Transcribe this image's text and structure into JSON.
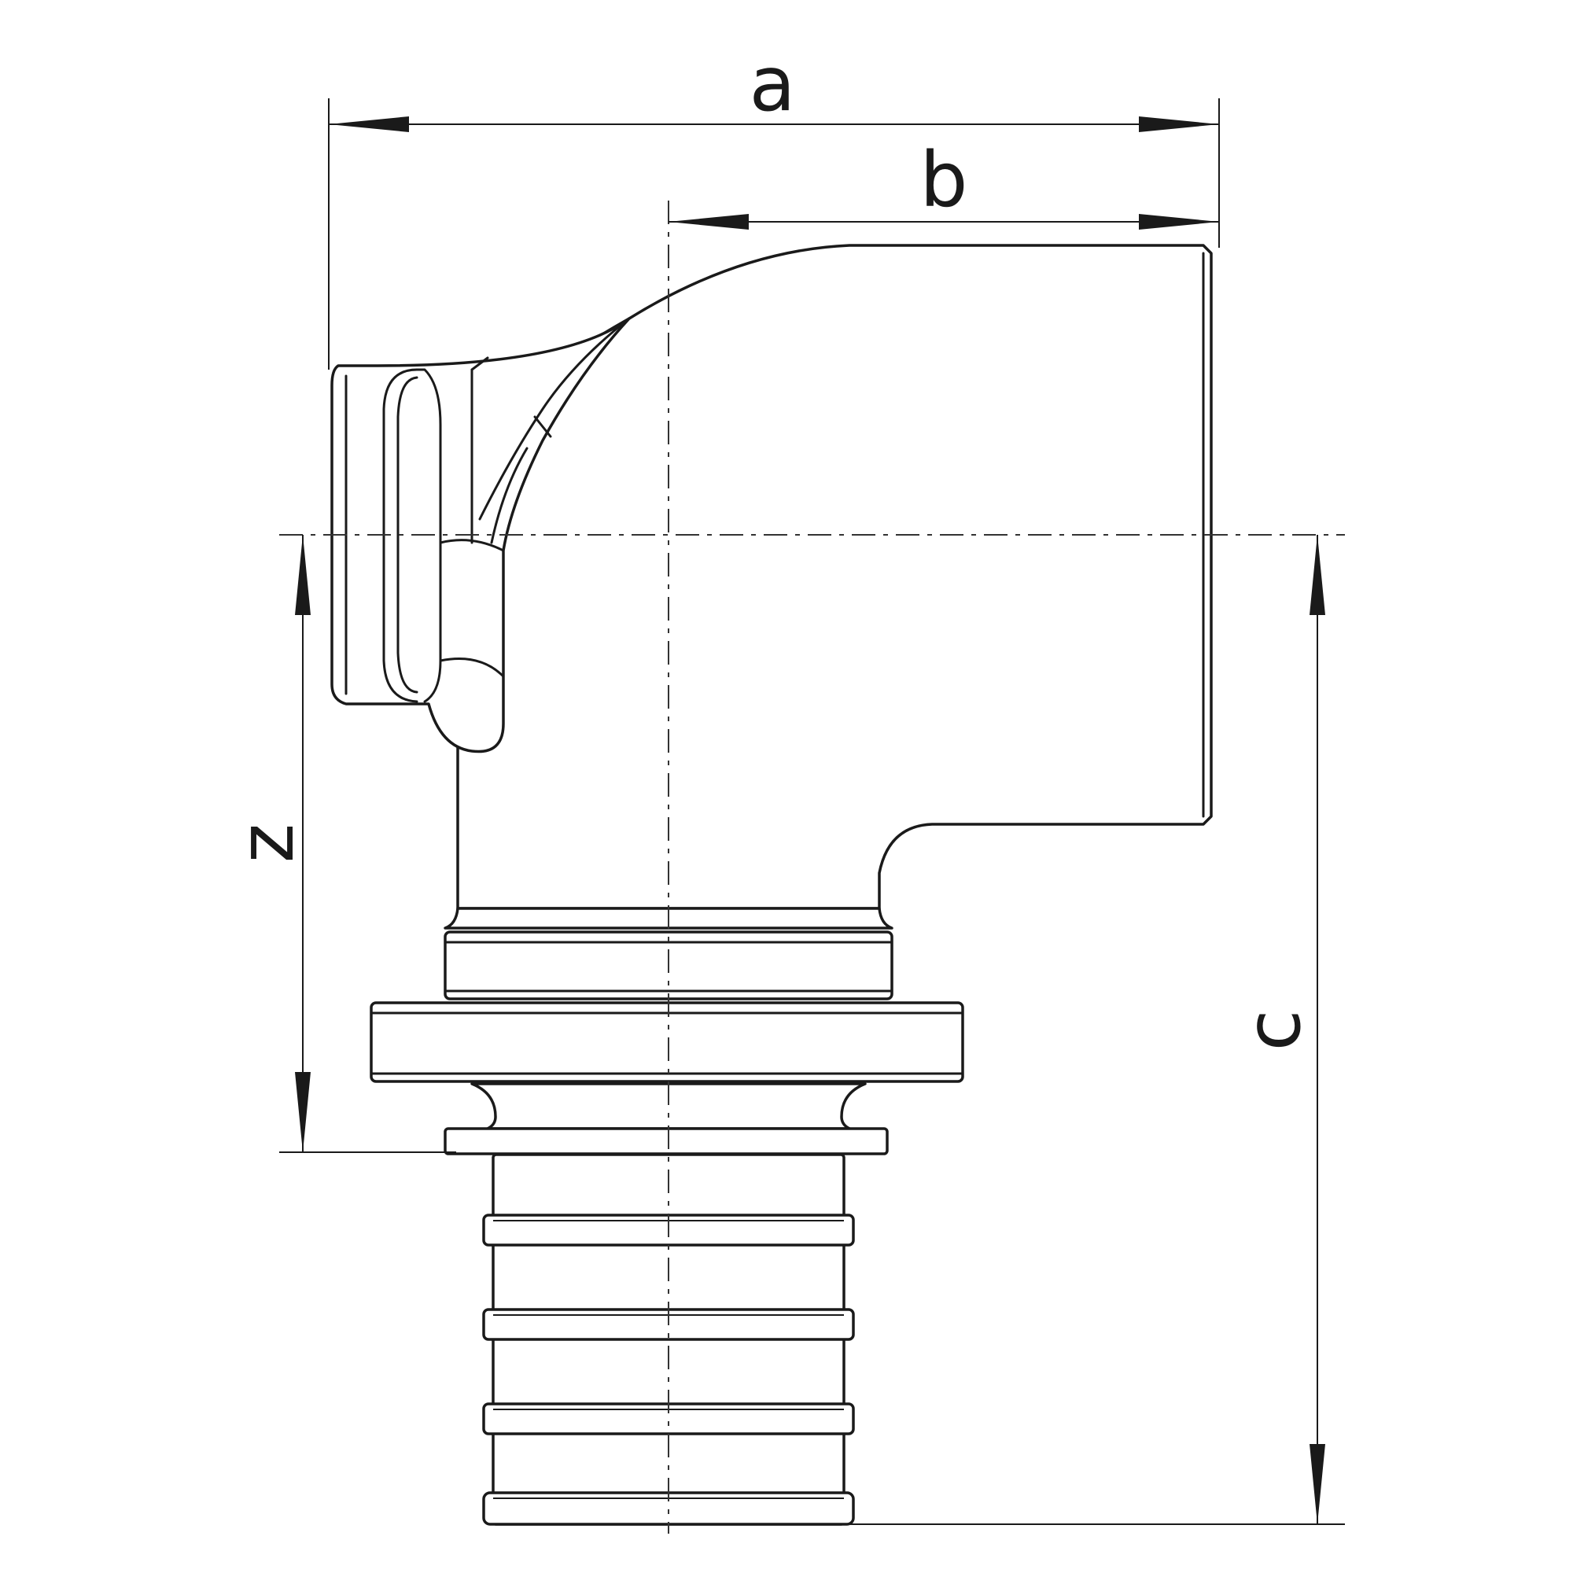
{
  "dimensions": {
    "a": "a",
    "b": "b",
    "c": "c",
    "z": "z"
  },
  "colors": {
    "line": "#1a1a1a",
    "background": "#ffffff"
  }
}
